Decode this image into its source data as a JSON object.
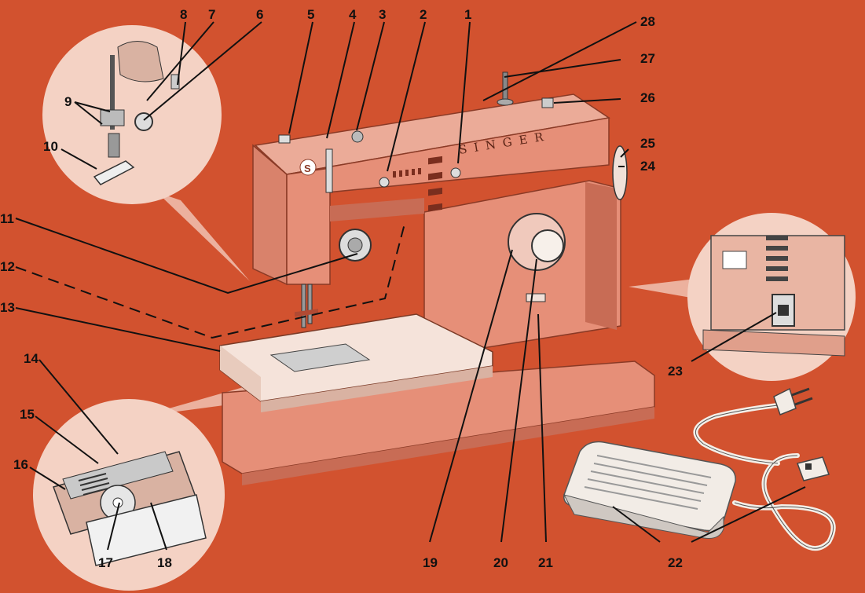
{
  "brand": "SINGER",
  "badge_letter": "S",
  "colors": {
    "background": "#d2522f",
    "machine_body": "#e68f78",
    "machine_shadow": "#c86c55",
    "inset_fill": "#f4d2c4",
    "line": "#111111"
  },
  "callouts": [
    {
      "id": "1",
      "label": "1"
    },
    {
      "id": "2",
      "label": "2"
    },
    {
      "id": "3",
      "label": "3"
    },
    {
      "id": "4",
      "label": "4"
    },
    {
      "id": "5",
      "label": "5"
    },
    {
      "id": "6",
      "label": "6"
    },
    {
      "id": "7",
      "label": "7"
    },
    {
      "id": "8",
      "label": "8"
    },
    {
      "id": "9",
      "label": "9"
    },
    {
      "id": "10",
      "label": "10"
    },
    {
      "id": "11",
      "label": "11"
    },
    {
      "id": "12",
      "label": "12"
    },
    {
      "id": "13",
      "label": "13"
    },
    {
      "id": "14",
      "label": "14"
    },
    {
      "id": "15",
      "label": "15"
    },
    {
      "id": "16",
      "label": "16"
    },
    {
      "id": "17",
      "label": "17"
    },
    {
      "id": "18",
      "label": "18"
    },
    {
      "id": "19",
      "label": "19"
    },
    {
      "id": "20",
      "label": "20"
    },
    {
      "id": "21",
      "label": "21"
    },
    {
      "id": "22",
      "label": "22"
    },
    {
      "id": "23",
      "label": "23"
    },
    {
      "id": "24",
      "label": "24"
    },
    {
      "id": "25",
      "label": "25"
    },
    {
      "id": "26",
      "label": "26"
    },
    {
      "id": "27",
      "label": "27"
    },
    {
      "id": "28",
      "label": "28"
    }
  ],
  "icons": [
    "sewing-machine-icon",
    "foot-pedal-icon",
    "power-plug-icon",
    "bobbin-icon",
    "presser-foot-icon"
  ]
}
